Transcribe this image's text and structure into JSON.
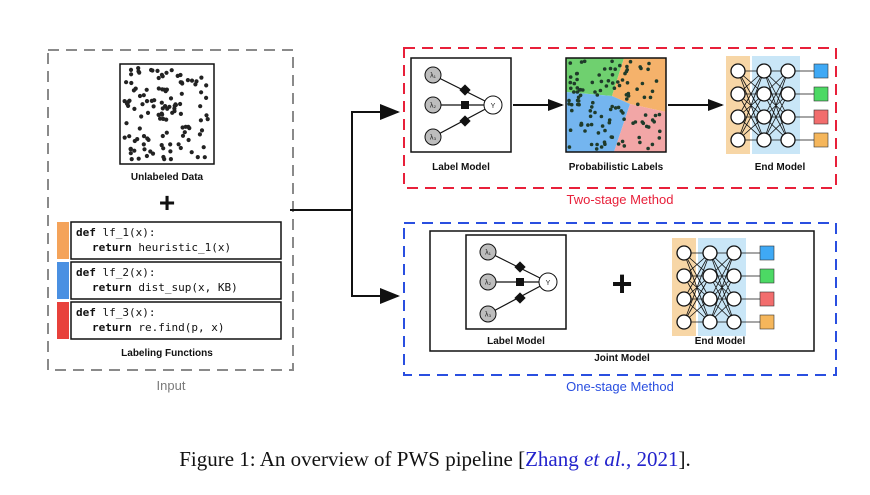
{
  "input": {
    "section_label": "Input",
    "unlabeled_data_label": "Unlabeled Data",
    "plus": "+",
    "labeling_functions_label": "Labeling Functions",
    "functions": [
      {
        "color": "#f4a35a",
        "line1_kw": "def",
        "line1_rest": " lf_1(x):",
        "line2_kw": "return",
        "line2_rest": " heuristic_1(x)"
      },
      {
        "color": "#4a90e2",
        "line1_kw": "def",
        "line1_rest": " lf_2(x):",
        "line2_kw": "return",
        "line2_rest": " dist_sup(x, KB)"
      },
      {
        "color": "#e8413b",
        "line1_kw": "def",
        "line1_rest": " lf_3(x):",
        "line2_kw": "return",
        "line2_rest": " re.find(p, x)"
      }
    ]
  },
  "two_stage": {
    "title": "Two-stage Method",
    "color": "#e8203a",
    "label_model": "Label Model",
    "probabilistic_labels": "Probabilistic Labels",
    "end_model": "End Model"
  },
  "one_stage": {
    "title": "One-stage Method",
    "color": "#2a4fe0",
    "label_model": "Label Model",
    "end_model": "End Model",
    "joint_model": "Joint Model",
    "plus": "+"
  },
  "graph": {
    "lambda_nodes": [
      "λ₁",
      "λ₂",
      "λ₃"
    ],
    "y_node": "Y"
  },
  "end_model_outputs": [
    "#3fa9f5",
    "#4cd964",
    "#f26d6d",
    "#f5b65b"
  ],
  "caption": {
    "prefix": "Figure 1: An overview of PWS pipeline [",
    "cite_author": "Zhang ",
    "cite_etal": "et al.",
    "cite_year": ", 2021",
    "suffix": "].",
    "cite_color": "#2222cc"
  }
}
